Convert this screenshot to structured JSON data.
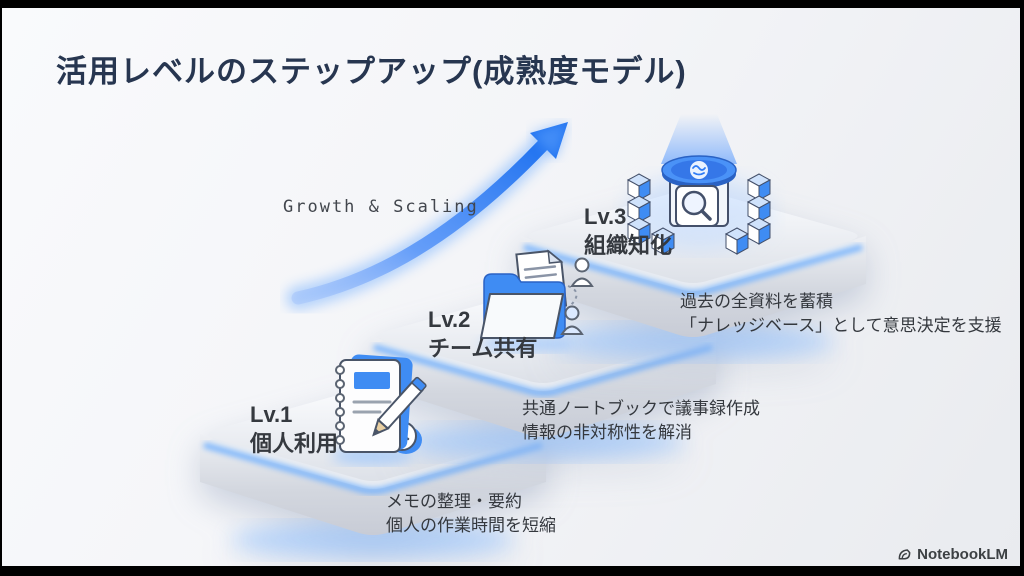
{
  "slide": {
    "title": "活用レベルのステップアップ(成熟度モデル)",
    "arrow": {
      "label": "Growth & Scaling"
    },
    "steps": [
      {
        "level": "Lv.1",
        "name": "個人利用",
        "icon": "notebook-pencil-clock-icon",
        "desc1": "メモの整理・要約",
        "desc2": "個人の作業時間を短縮"
      },
      {
        "level": "Lv.2",
        "name": "チーム共有",
        "icon": "folder-document-people-icon",
        "desc1": "共通ノートブックで議事録作成",
        "desc2": "情報の非対称性を解消"
      },
      {
        "level": "Lv.3",
        "name": "組織知化",
        "icon": "knowledge-base-server-icon",
        "desc1": "過去の全資料を蓄積",
        "desc2": "「ナレッジベース」として意思決定を支援"
      }
    ],
    "footer": {
      "brand": "NotebookLM"
    },
    "colors": {
      "accent_blue": "#2f7bf5",
      "glow_blue": "#7db6ff",
      "title_navy": "#273650",
      "text_dark": "#34383e"
    }
  }
}
